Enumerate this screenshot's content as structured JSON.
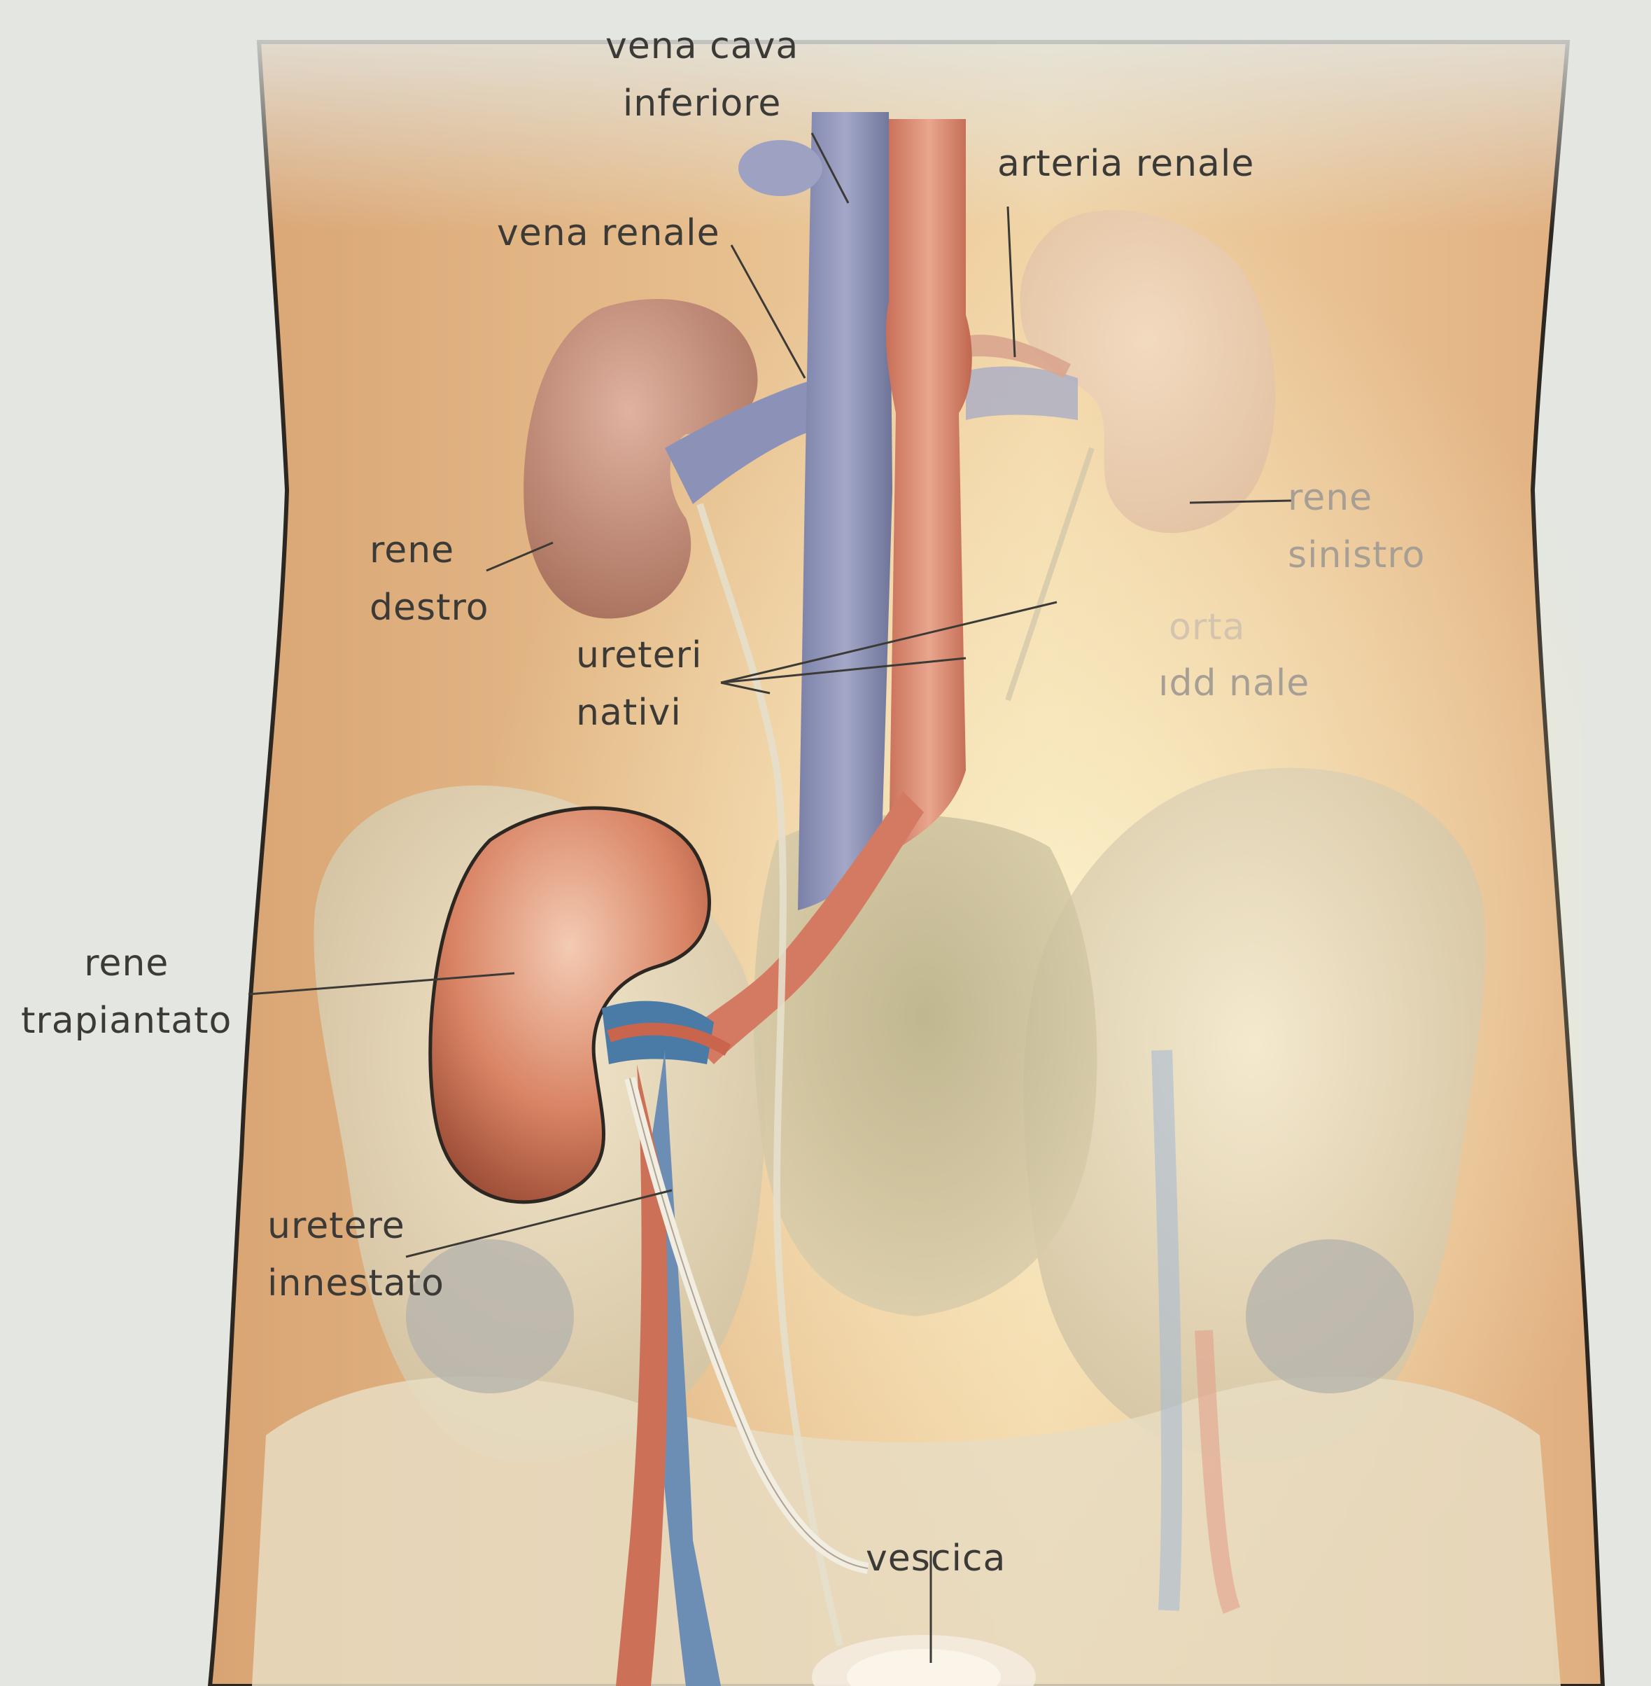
{
  "labels": {
    "vena_cava": [
      "vena cava",
      "inferiore"
    ],
    "arteria_renale": "arteria renale",
    "vena_renale": "vena renale",
    "rene_destro": [
      "rene",
      "destro"
    ],
    "rene_sinistro": [
      "rene",
      "sinistro"
    ],
    "ureteri_nativi": [
      "ureteri",
      "nativi"
    ],
    "aorta_partial": "orta",
    "addominale_partial": "ıdd   nale",
    "rene_trapiantato": [
      "rene",
      "trapiantato"
    ],
    "uretere_innestato": [
      "uretere",
      "innestato"
    ],
    "vescica": "vescica"
  },
  "colors": {
    "background": "#e3e6e1",
    "skin": "#e2b98a",
    "bone": "#e8dcc0",
    "vein": "#8d93b8",
    "artery": "#d98a72",
    "kidney": "#c98a72",
    "transplanted_kidney": "#d47f62",
    "ureter": "#e6e0cc",
    "leader_line": "#3c3a36"
  }
}
